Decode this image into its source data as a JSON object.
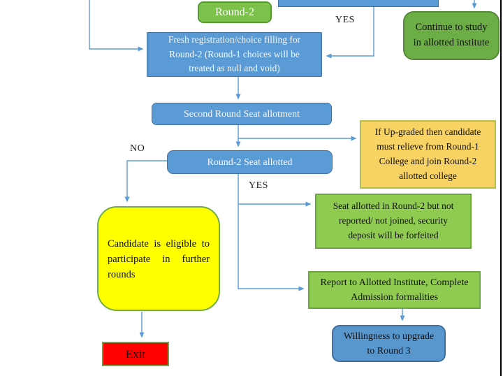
{
  "diagram": {
    "nodes": {
      "round2_title": "Round-2",
      "fresh_registration": "Fresh registration/choice filling for\nRound-2 (Round-1 choices will be\ntreated as null and void)",
      "second_round": "Second Round Seat allotment",
      "round2_allotted": "Round-2 Seat allotted",
      "upgraded": "If Up-graded then candidate\nmust relieve from Round-1\nCollege and join Round-2\nallotted college",
      "not_reported": "Seat allotted in Round-2 but not\nreported/ not joined, security\ndeposit will be forfeited",
      "eligible": "Candidate is eligible to participate in further rounds",
      "report": "Report to Allotted Institute, Complete\nAdmission formalities",
      "willingness": "Willingness to upgrade\nto Round 3",
      "continue_study": "Continue to study\nin allotted institute",
      "exit": "Exit"
    },
    "edge_labels": {
      "yes_top": "YES",
      "no": "NO",
      "yes_mid": "YES"
    },
    "colors": {
      "process_blue": "#5b9bd5",
      "process_blue_border": "#41719c",
      "label_green": "#7cc24a",
      "outcome_green": "#90cb51",
      "dark_green": "#6cae45",
      "warning_gold": "#f8d263",
      "eligible_yellow": "#ffff00",
      "exit_red": "#ff0000",
      "connector_blue": "#5b9bd5",
      "border_black": "#000000"
    }
  }
}
